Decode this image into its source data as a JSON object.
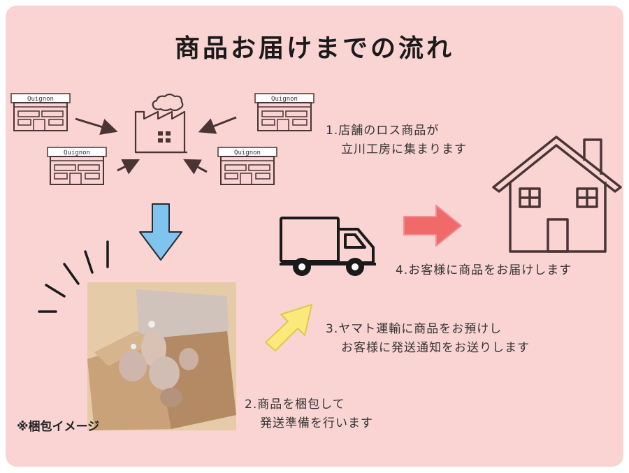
{
  "title": "商品お届けまでの流れ",
  "store_sign": "Quignon",
  "steps": {
    "step1": {
      "line1": "1.店舗のロス商品が",
      "line2": "立川工房に集まります"
    },
    "step2": {
      "line1": "2.商品を梱包して",
      "line2": "発送準備を行います"
    },
    "step3": {
      "line1": "3.ヤマト運輸に商品をお預けし",
      "line2": "お客様に発送通知をお送りします"
    },
    "step4": {
      "line1": "4.お客様に商品をお届けします"
    }
  },
  "photo_caption": "※梱包イメージ",
  "icons": [
    "store-icon",
    "factory-icon",
    "blue-down-arrow-icon",
    "truck-icon",
    "red-right-arrow-icon",
    "house-icon",
    "yellow-up-arrow-icon",
    "emphasis-lines-icon"
  ],
  "colors": {
    "background": "#fad3d3",
    "blue_arrow": "#7ec4ef",
    "red_arrow": "#f06a6a",
    "yellow_arrow": "#fbe97c",
    "line": "#4a3535"
  }
}
